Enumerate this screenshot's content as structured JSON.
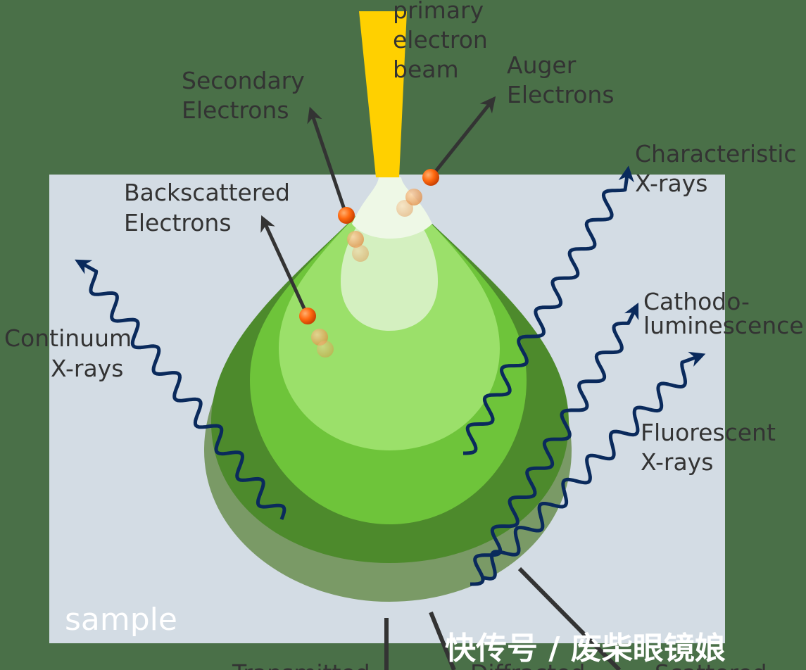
{
  "labels": {
    "primary_beam": [
      "primary",
      "electron",
      "beam"
    ],
    "secondary": [
      "Secondary",
      "Electrons"
    ],
    "auger": [
      "Auger",
      "Electrons"
    ],
    "characteristic": [
      "Characteristic",
      "X-rays"
    ],
    "backscattered": [
      "Backscattered",
      "Electrons"
    ],
    "continuum": [
      "Continuum",
      "X-rays"
    ],
    "cathodo": [
      "Cathodo-",
      "luminescence"
    ],
    "fluorescent": [
      "Fluorescent",
      "X-rays"
    ],
    "sample": "sample",
    "transmitted": "Transmitted",
    "diffracted": "Diffracted",
    "scattered": "Scattered"
  },
  "watermark": "快传号 / 废柴眼镜娘",
  "colors": {
    "background": "#4a7048",
    "sample": "#d3dce4",
    "beam": "#ffd000",
    "arrow": "#333333",
    "xray_wave": "#0a2a5c",
    "electron": "#ff6a10"
  }
}
